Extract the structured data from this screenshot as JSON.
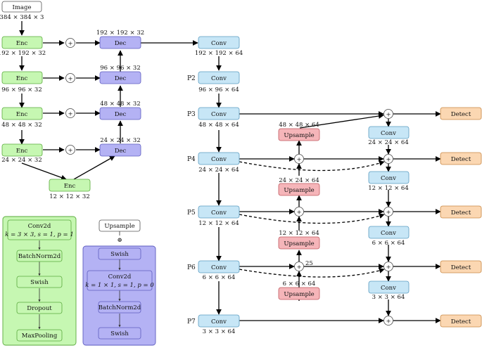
{
  "input": {
    "label": "Image",
    "dims": "384 × 384 × 3"
  },
  "encoder": [
    {
      "label": "Enc",
      "dims": "192 × 192 × 32"
    },
    {
      "label": "Enc",
      "dims": "96 × 96 × 32"
    },
    {
      "label": "Enc",
      "dims": "48 × 48 × 32"
    },
    {
      "label": "Enc",
      "dims": "24 × 24 × 32"
    }
  ],
  "bottleneck": {
    "label": "Enc",
    "dims": "12 × 12 × 32"
  },
  "decoder": [
    {
      "label": "Dec",
      "dims": "192 × 192 × 32"
    },
    {
      "label": "Dec",
      "dims": "96 × 96 × 32"
    },
    {
      "label": "Dec",
      "dims": "48 × 48 × 32"
    },
    {
      "label": "Dec",
      "dims": "24 × 24 × 32"
    }
  ],
  "plus_symbol": "+",
  "backbone": [
    {
      "level": "",
      "label": "Conv",
      "dims": "192 × 192 × 64"
    },
    {
      "level": "P2",
      "label": "Conv",
      "dims": "96 × 96 × 64"
    },
    {
      "level": "P3",
      "label": "Conv",
      "dims": "48 × 48 × 64"
    },
    {
      "level": "P4",
      "label": "Conv",
      "dims": "24 × 24 × 64"
    },
    {
      "level": "P5",
      "label": "Conv",
      "dims": "12 × 12 × 64"
    },
    {
      "level": "P6",
      "label": "Conv",
      "dims": "6 × 6 × 64"
    },
    {
      "level": "P7",
      "label": "Conv",
      "dims": "3 × 3 × 64"
    }
  ],
  "upsample": [
    {
      "label": "Upsample",
      "dims": "48 × 48 × 64"
    },
    {
      "label": "Upsample",
      "dims": "24 × 24 × 64"
    },
    {
      "label": "Upsample",
      "dims": "12 × 12 × 64"
    },
    {
      "label": "Upsample",
      "dims": "6 × 6 × 64"
    }
  ],
  "annotation_25": "25",
  "head_conv": [
    {
      "label": "Conv",
      "dims": "24 × 24 × 64"
    },
    {
      "label": "Conv",
      "dims": "12 × 12 × 64"
    },
    {
      "label": "Conv",
      "dims": "6 × 6 × 64"
    },
    {
      "label": "Conv",
      "dims": "3 × 3 × 64"
    }
  ],
  "detect": [
    "Detect",
    "Detect",
    "Detect",
    "Detect",
    "Detect"
  ],
  "legend_conv": {
    "title": "Conv2d",
    "params": "k = 3 × 3, s = 1, p = 1",
    "steps": [
      "BatchNorm2d",
      "Swish",
      "Dropout",
      "MaxPooling"
    ]
  },
  "legend_upsample": {
    "title": "Upsample",
    "plus": "⊕",
    "swish": "Swish",
    "conv_title": "Conv2d",
    "conv_params": "k = 1 × 1, s = 1, p = 0",
    "steps": [
      "BatchNorm2d",
      "Swish"
    ]
  },
  "colors": {
    "enc_fill": "#c6f7b2",
    "enc_stroke": "#5aaa3c",
    "dec_fill": "#b4b2f4",
    "dec_stroke": "#5e5cc0",
    "conv_fill": "#c7e6f6",
    "conv_stroke": "#5b9cc0",
    "up_fill": "#f5b5b9",
    "up_stroke": "#c0585f",
    "det_fill": "#fbd7b2",
    "det_stroke": "#c88845"
  }
}
